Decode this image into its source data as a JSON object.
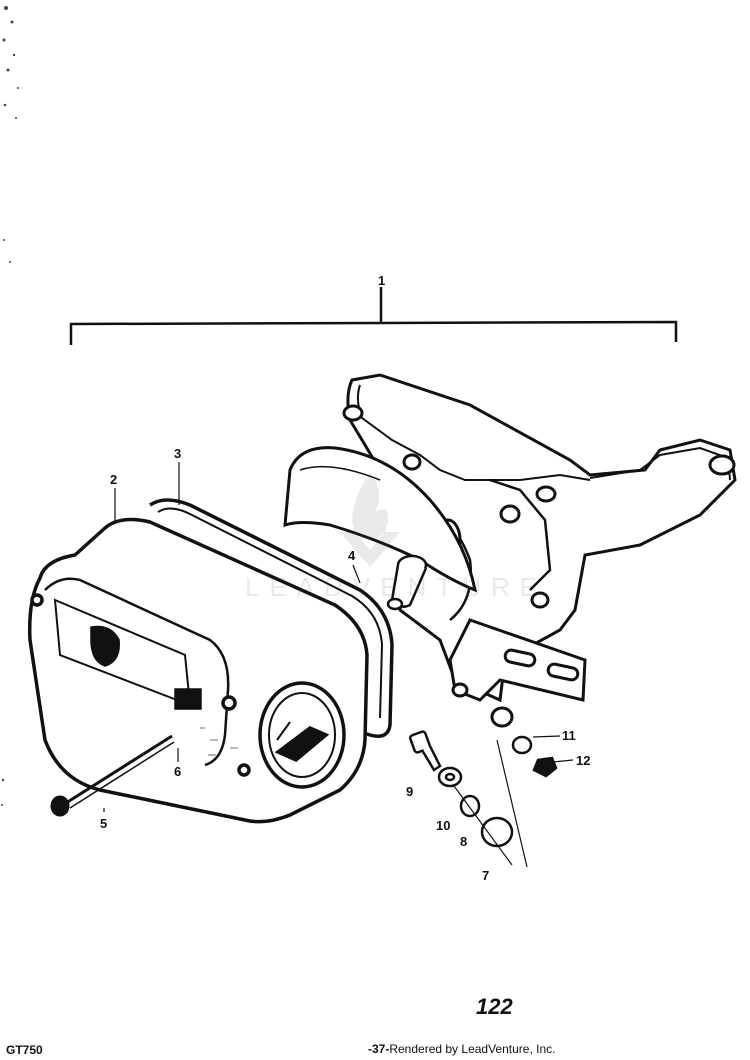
{
  "callouts": {
    "c1": "1",
    "c2": "2",
    "c3": "3",
    "c4": "4",
    "c5": "5",
    "c6": "6",
    "c7": "7",
    "c8": "8",
    "c9": "9",
    "c10": "10",
    "c11": "11",
    "c12": "12"
  },
  "page_number": "122",
  "footer": {
    "model_code": "GT750",
    "page_marker": "-37-",
    "credit": "Rendered by LeadVenture, Inc."
  },
  "watermark": {
    "text": "LEADVENTURE"
  },
  "colors": {
    "ink": "#111111",
    "paper": "#ffffff"
  }
}
